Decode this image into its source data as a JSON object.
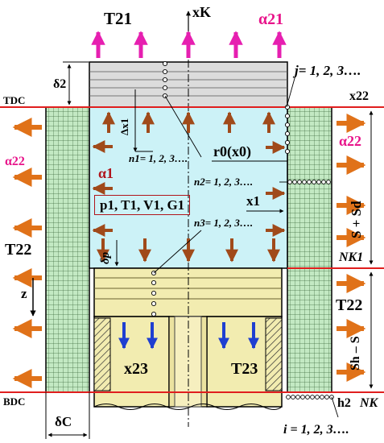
{
  "labels": {
    "T21": "T21",
    "xK": "xK",
    "alpha21": "α21",
    "j_index": "j= 1, 2, 3….",
    "TDC": "TDC",
    "x22": "x22",
    "delta2": "δ2",
    "delta_x1": "Δx1",
    "alpha22_left": "α22",
    "alpha22_right": "α22",
    "r0x0": "r0(x0)",
    "n1_index": "n1= 1, 2, 3….",
    "n2_index": "n2= 1, 2, 3….",
    "alpha1": "α1",
    "x1": "x1",
    "p1_box": "p1, T1, V1, G1",
    "n3_index": "n3= 1, 2, 3….",
    "S_plus_Sd": "S + Sd",
    "T22_left": "T22",
    "delta_p": "δp",
    "NK1": "NK1",
    "z": "z",
    "T22_right": "T22",
    "x23": "x23",
    "T23": "T23",
    "Sh_minus_S": "Sh – S",
    "BDC": "BDC",
    "h2": "h2",
    "NK": "NK",
    "deltaC": "δC",
    "i_index": "i = 1, 2, 3…."
  },
  "colors": {
    "cavity": "#ccf2f7",
    "wall": "#c3e9c3",
    "wall_grid": "#3f6b3f",
    "head": "#dcdcdc",
    "piston": "#f2ecb0",
    "piston_shade": "#d8cf84",
    "heat_arrow": "#e07219",
    "inner_arrow": "#a04a1a",
    "head_arrow": "#e61fb0",
    "piston_arrow": "#1f3fd1",
    "dead_center_line": "#e01e1e",
    "text_magenta": "#e8138a"
  }
}
